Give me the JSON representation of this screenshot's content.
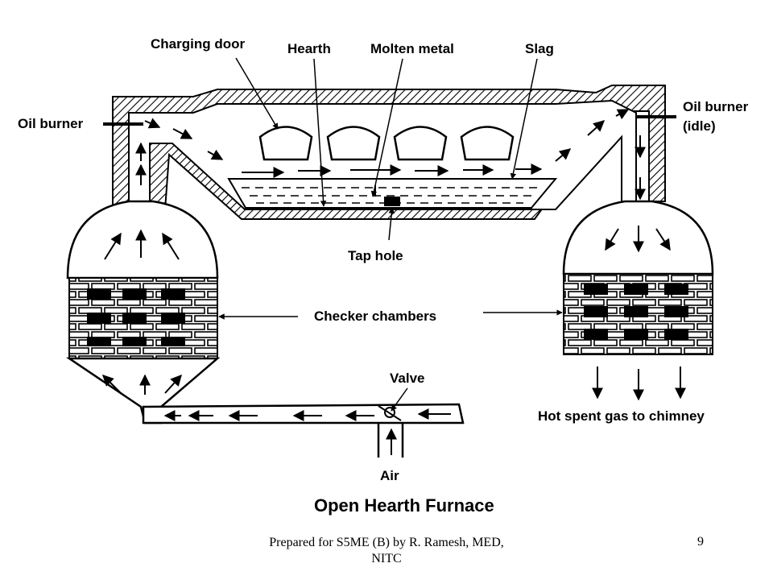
{
  "diagram": {
    "title": "Open Hearth Furnace",
    "labels": {
      "charging_door": "Charging door",
      "hearth": "Hearth",
      "molten_metal": "Molten metal",
      "slag": "Slag",
      "oil_burner_left": "Oil burner",
      "oil_burner_right_line1": "Oil burner",
      "oil_burner_right_line2": "(idle)",
      "tap_hole": "Tap hole",
      "checker_chambers": "Checker chambers",
      "valve": "Valve",
      "air": "Air",
      "exhaust": "Hot spent gas to chimney"
    }
  },
  "footer": {
    "credit": "Prepared for S5ME (B) by R. Ramesh, MED, NITC",
    "page_number": "9"
  }
}
